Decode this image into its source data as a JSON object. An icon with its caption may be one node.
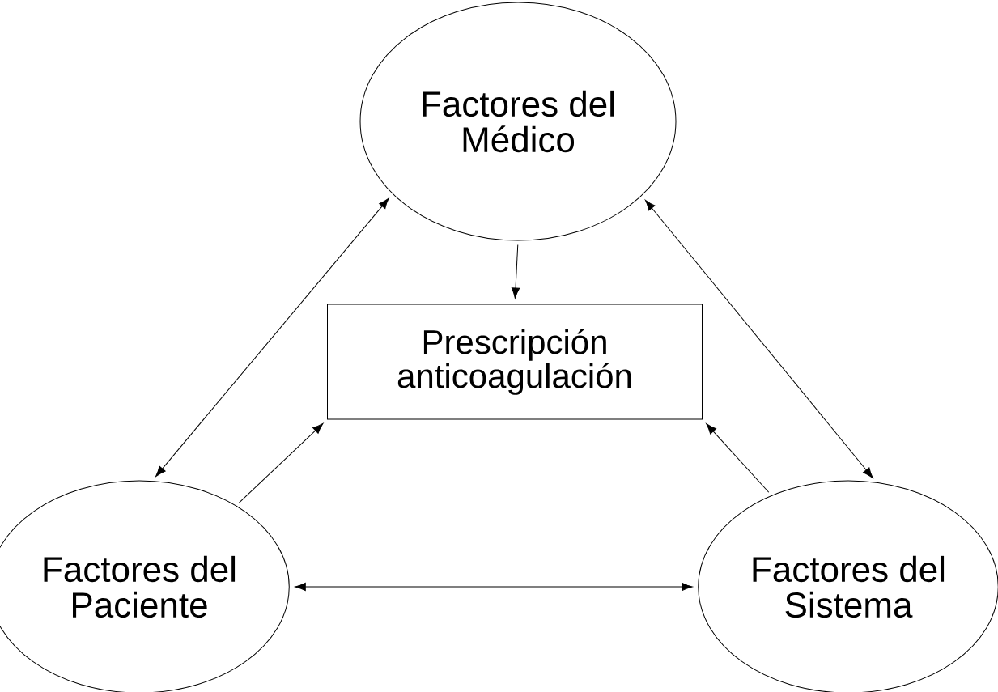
{
  "diagram": {
    "nodes": [
      {
        "text": [
          "Factores del Médico"
        ]
      },
      {
        "text": [
          "Prescripción anticoagulación"
        ]
      },
      {
        "text": [
          "Factores del Paciente"
        ]
      },
      {
        "text": [
          "Factores del Sistema"
        ]
      }
    ],
    "edges": [
      {
        "from": 0,
        "to": 1,
        "arrow": "to"
      },
      {
        "from": 0,
        "to": 2,
        "arrow": "both"
      },
      {
        "from": 0,
        "to": 3,
        "arrow": "both"
      },
      {
        "from": 2,
        "to": 1,
        "arrow": "to"
      },
      {
        "from": 3,
        "to": 1,
        "arrow": "to"
      },
      {
        "from": 2,
        "to": 3,
        "arrow": "both"
      }
    ]
  }
}
